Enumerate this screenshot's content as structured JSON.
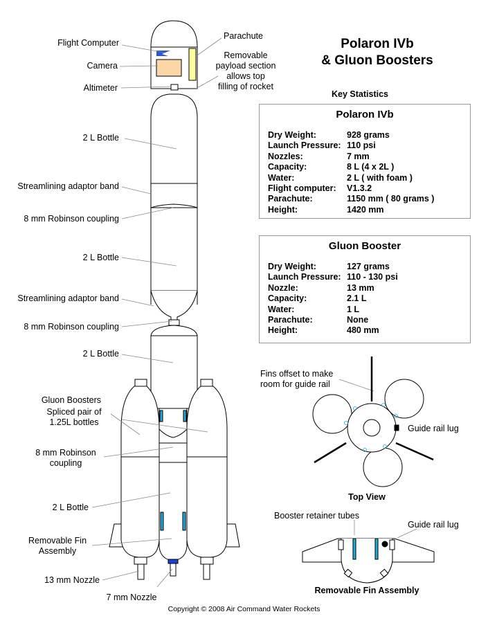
{
  "title": {
    "line1": "Polaron IVb",
    "line2": "& Gluon Boosters"
  },
  "key_statistics_label": "Key Statistics",
  "polaron": {
    "heading": "Polaron IVb",
    "rows": [
      {
        "k": "Dry Weight:",
        "v": "928 grams"
      },
      {
        "k": "Launch Pressure:",
        "v": "110 psi"
      },
      {
        "k": "Nozzles:",
        "v": "7 mm"
      },
      {
        "k": "Capacity:",
        "v": "8 L  (4 x 2L )"
      },
      {
        "k": "Water:",
        "v": "2 L ( with foam )"
      },
      {
        "k": "Flight computer:",
        "v": "V1.3.2"
      },
      {
        "k": "Parachute:",
        "v": "1150 mm ( 80 grams )"
      },
      {
        "k": "Height:",
        "v": "1420 mm"
      }
    ]
  },
  "gluon": {
    "heading": "Gluon Booster",
    "rows": [
      {
        "k": "Dry Weight:",
        "v": "127 grams"
      },
      {
        "k": "Launch Pressure:",
        "v": "110 - 130 psi"
      },
      {
        "k": "Nozzle:",
        "v": "13 mm"
      },
      {
        "k": "Capacity:",
        "v": "2.1 L"
      },
      {
        "k": "Water:",
        "v": "1 L"
      },
      {
        "k": "Parachute:",
        "v": "None"
      },
      {
        "k": "Height:",
        "v": "480 mm"
      }
    ]
  },
  "labels": {
    "flight_computer": "Flight Computer",
    "camera": "Camera",
    "altimeter": "Altimeter",
    "parachute": "Parachute",
    "payload": [
      "Removable",
      "payload section",
      "allows top",
      "filling of rocket"
    ],
    "bottle1": "2 L Bottle",
    "band1": "Streamlining adaptor band",
    "coupling1": "8 mm Robinson coupling",
    "bottle2": "2 L Bottle",
    "band2": "Streamlining adaptor band",
    "coupling2": "8 mm Robinson coupling",
    "bottle3": "2 L Bottle",
    "gluon_boosters": "Gluon Boosters",
    "spliced": [
      "Spliced pair of",
      "1.25L bottles"
    ],
    "coupling3": [
      "8 mm Robinson",
      "coupling"
    ],
    "bottle4": "2 L Bottle",
    "fin_assembly": [
      "Removable Fin",
      "Assembly"
    ],
    "nozzle13": "13 mm Nozzle",
    "nozzle7": "7 mm Nozzle",
    "fins_offset": [
      "Fins offset to make",
      "room for guide rail"
    ],
    "guide_rail_lug_top": "Guide rail lug",
    "top_view": "Top View",
    "booster_retainer": "Booster retainer tubes",
    "guide_rail_lug_bottom": "Guide rail lug",
    "removable_fin_assembly": "Removable Fin Assembly"
  },
  "copyright": "Copyright © 2008 Air Command Water Rockets",
  "colors": {
    "camera": "#fbd7a8",
    "flight_computer": "#2a55d8",
    "parachute": "#ffffa0",
    "retainer": "#22aadd",
    "nozzle": "#1b3fcf",
    "lug": "#000000"
  }
}
